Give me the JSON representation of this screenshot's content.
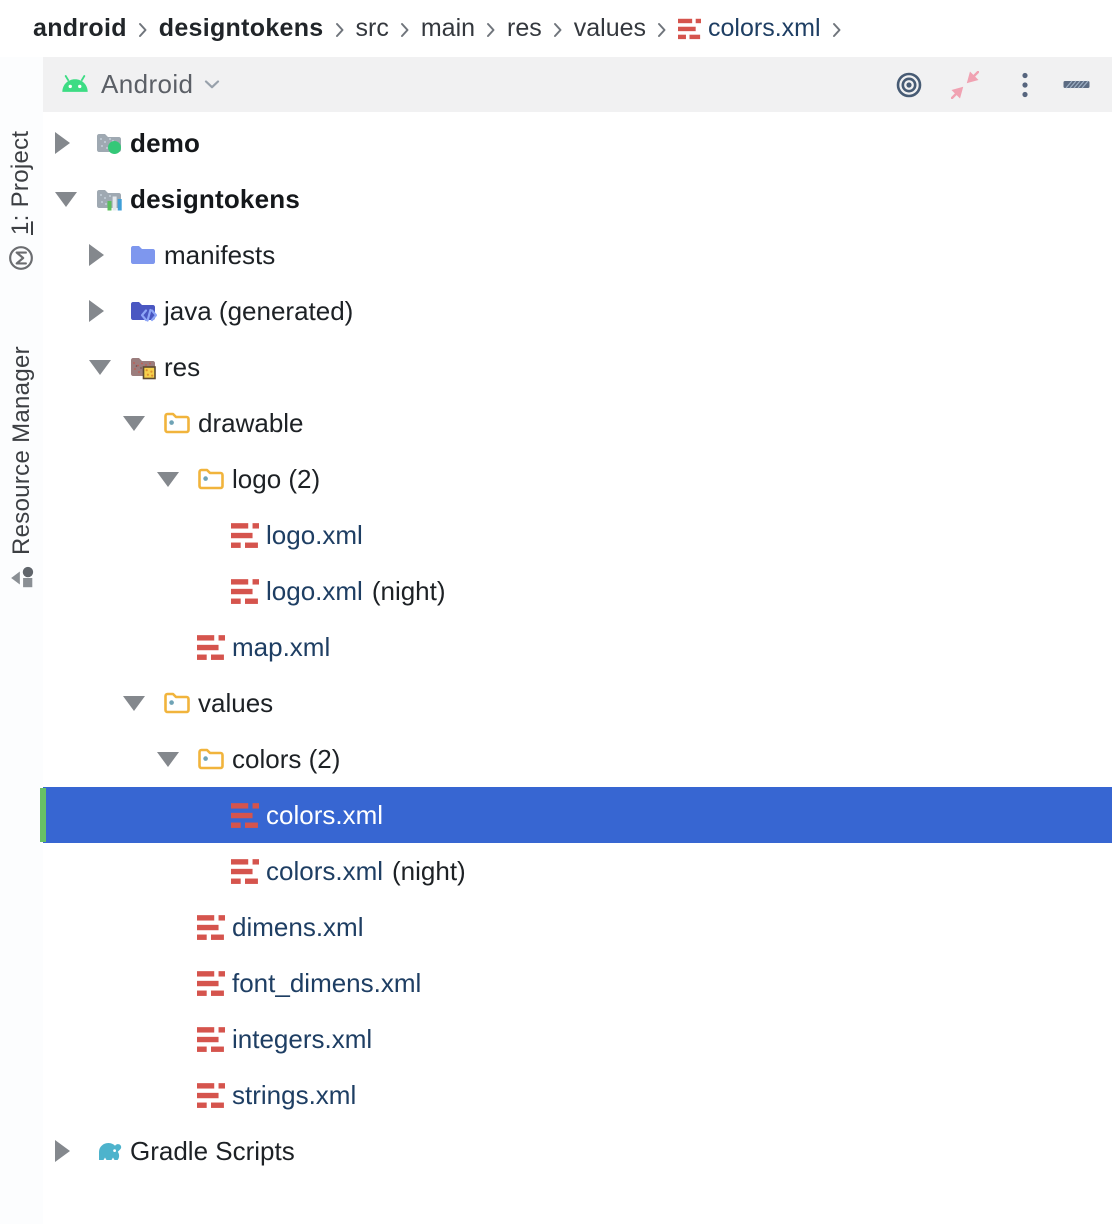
{
  "breadcrumbs": {
    "items": [
      {
        "label": "android",
        "bold": true
      },
      {
        "label": "designtokens",
        "bold": true
      },
      {
        "label": "src"
      },
      {
        "label": "main"
      },
      {
        "label": "res"
      },
      {
        "label": "values"
      },
      {
        "label": "colors.xml",
        "icon": "xml",
        "link": true
      }
    ]
  },
  "tool_strip": {
    "project_tab": {
      "mnemonic": "1",
      "label": ": Project"
    },
    "resource_manager_tab": {
      "label": "Resource Manager"
    }
  },
  "panel_header": {
    "title": "Android",
    "icons": [
      "locate",
      "collapse-all",
      "more-options",
      "hide"
    ]
  },
  "tree": {
    "rows": [
      {
        "label": "demo",
        "icon": "module-android",
        "arrow": "right",
        "level": 0,
        "bold": true
      },
      {
        "label": "designtokens",
        "icon": "module-designtokens",
        "arrow": "down",
        "level": 0,
        "bold": true
      },
      {
        "label": "manifests",
        "icon": "folder-manifests",
        "arrow": "right",
        "level": 1
      },
      {
        "label": "java (generated)",
        "icon": "folder-java",
        "arrow": "right",
        "level": 1
      },
      {
        "label": "res",
        "icon": "folder-res",
        "arrow": "down",
        "level": 1
      },
      {
        "label": "drawable",
        "icon": "folder-yellow",
        "arrow": "down",
        "level": 2
      },
      {
        "label": "logo (2)",
        "icon": "folder-yellow",
        "arrow": "down",
        "level": 3
      },
      {
        "label": "logo.xml",
        "icon": "xml",
        "file": true,
        "level": 4
      },
      {
        "label": "logo.xml",
        "icon": "xml",
        "file": true,
        "suffix": "(night)",
        "level": 4
      },
      {
        "label": "map.xml",
        "icon": "xml",
        "file": true,
        "level": 3
      },
      {
        "label": "values",
        "icon": "folder-yellow",
        "arrow": "down",
        "level": 2
      },
      {
        "label": "colors (2)",
        "icon": "folder-yellow",
        "arrow": "down",
        "level": 3
      },
      {
        "label": "colors.xml",
        "icon": "xml",
        "file": true,
        "selected": true,
        "level": 4
      },
      {
        "label": "colors.xml",
        "icon": "xml",
        "file": true,
        "suffix": "(night)",
        "level": 4
      },
      {
        "label": "dimens.xml",
        "icon": "xml",
        "file": true,
        "level": 3
      },
      {
        "label": "font_dimens.xml",
        "icon": "xml",
        "file": true,
        "level": 3
      },
      {
        "label": "integers.xml",
        "icon": "xml",
        "file": true,
        "level": 3
      },
      {
        "label": "strings.xml",
        "icon": "xml",
        "file": true,
        "level": 3
      },
      {
        "label": "Gradle Scripts",
        "icon": "gradle",
        "arrow": "right",
        "level": 0
      }
    ]
  },
  "colors": {
    "selection_background": "#3766d2",
    "selection_stripe": "#67c065",
    "xml_icon_red": "#d5544d",
    "file_link_text": "#1e3e63",
    "toolbar_background": "#f1f1f2",
    "android_green": "#3ddc84",
    "yellow_folder": "#f1b43c",
    "gradle_teal": "#4db3cc"
  }
}
